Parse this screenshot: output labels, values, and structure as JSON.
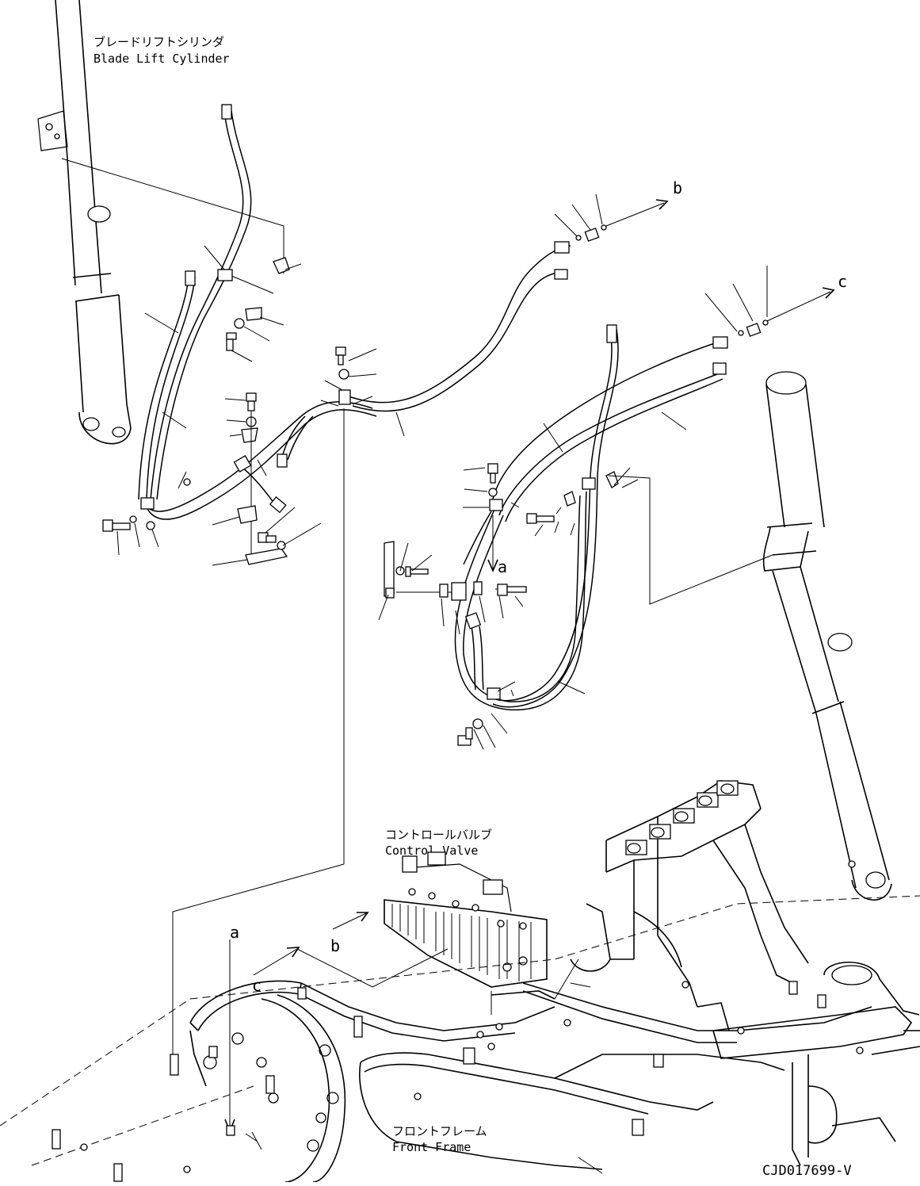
{
  "labels": {
    "blade_lift_cylinder_jp": "ブレードリフトシリンダ",
    "blade_lift_cylinder_en": "Blade Lift Cylinder",
    "control_valve_jp": "コントロールバルブ",
    "control_valve_en": "Control Valve",
    "front_frame_jp": "フロントフレーム",
    "front_frame_en": "Front Frame"
  },
  "connection_refs": {
    "a_top": "a",
    "a_bottom": "a",
    "b_top": "b",
    "b_bottom": "b",
    "c_top": "c",
    "c_bottom": "c"
  },
  "drawing_id": "CJD017699-V"
}
